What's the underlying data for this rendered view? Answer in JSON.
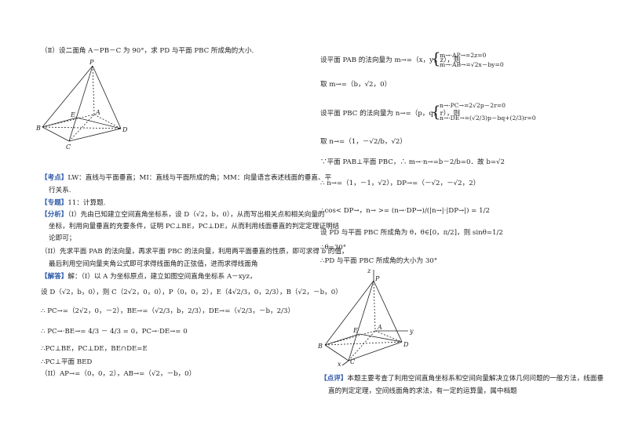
{
  "left": {
    "part2_question": "（Ⅱ）设二面角 A－PB－C 为 90°，求 PD 与平面 PBC 所成角的大小.",
    "kaodian_tag": "【考点】",
    "kaodian_text": "LW：直线与平面垂直；MI：直线与平面所成的角；MM：向量语言表述线面的垂直、平",
    "kaodian_text2": "行关系.",
    "zhuanti_tag": "【专题】",
    "zhuanti_text": "11：计算题.",
    "fenxi_tag": "【分析】",
    "fenxi_1": "（I）先由已知建立空间直角坐标系，设 D（√2，b，0），从而写出相关点和相关向量的",
    "fenxi_2": "坐标，利用向量垂直的充要条件，证明 PC⊥BE，PC⊥DE，从而利用线面垂直的判定定理证明结",
    "fenxi_3": "论即可；",
    "fenxi_4": "（II）先求平面 PAB 的法向量，再求平面 PBC 的法向量，利用两平面垂直的性质，即可求得 b 的值，",
    "fenxi_5": "最后利用空间向量夹角公式即可求得线面角的正弦值，进而求得线面角",
    "jieda_tag": "【解答】",
    "jieda_1": "解：（I）以 A 为坐标原点，建立如图空间直角坐标系 A－xyz，",
    "jieda_2": "设 D（√2，b，0），则 C（2√2，0，0），P（0，0，2），E（4√2/3，0，2/3），B（√2，－b，0）",
    "jieda_3": "∴ PC→=（2√2，0，－2），BE→=（√2/3，b，2/3），DE→=（√2/3，－b，2/3）",
    "jieda_4": "∴ PC→·BE→= 4/3 － 4/3 = 0，PC→·DE→= 0",
    "jieda_5": "∴PC⊥BE，PC⊥DE，BE∩DE=E",
    "jieda_6": "∴PC⊥平面 BED",
    "jieda_7": "（II）AP→=（0，0，2），AB→=（√2，－b，0）"
  },
  "right": {
    "r1": "设平面 PAB 的法向量为 m→=（x，y，z），则",
    "r1_eq1": "m→·AP→=2z=0",
    "r1_eq2": "m→·AB→=√2x－by=0",
    "r2": "取 m→=（b，√2，0）",
    "r3": "设平面 PBC 的法向量为 n→=（p，q，r），则",
    "r3_eq1": "n→·PC→=2√2p－2r=0",
    "r3_eq2": "n→·DE→=(√2/3)p－bq+(2/3)r=0",
    "r4": "取 n→=（1，－√2/b，√2）",
    "r5": "∵平面 PAB⊥平面 PBC，∴ m→·n→=b－2/b=0．故 b=√2",
    "r6": "∴ n→=（1，－1，√2），DP→=（－√2，－√2，2）",
    "r7": "∴cos< DP→，n→ >= (n→·DP→)/(|n→|·|DP→|) = 1/2",
    "r8": "设 PD 与平面 PBC 所成角为 θ，θ∈[0，π/2]，则 sinθ=1/2",
    "r9": "∴θ=30°",
    "r10": "∴PD 与平面 PBC 所成角的大小为 30°",
    "dianping_tag": "【点评】",
    "dianping_1": "本题主要考查了利用空间直角坐标系和空间向量解决立体几何问题的一般方法，线面垂",
    "dianping_2": "直的判定定理，空间线面角的求法，有一定的运算量，属中档题"
  },
  "figure1_labels": {
    "P": "P",
    "A": "A",
    "B": "B",
    "C": "C",
    "D": "D",
    "E": "E"
  },
  "figure2_labels": {
    "P": "P",
    "A": "A",
    "B": "B",
    "C": "C",
    "D": "D",
    "E": "E",
    "x": "x",
    "y": "y",
    "z": "z"
  }
}
